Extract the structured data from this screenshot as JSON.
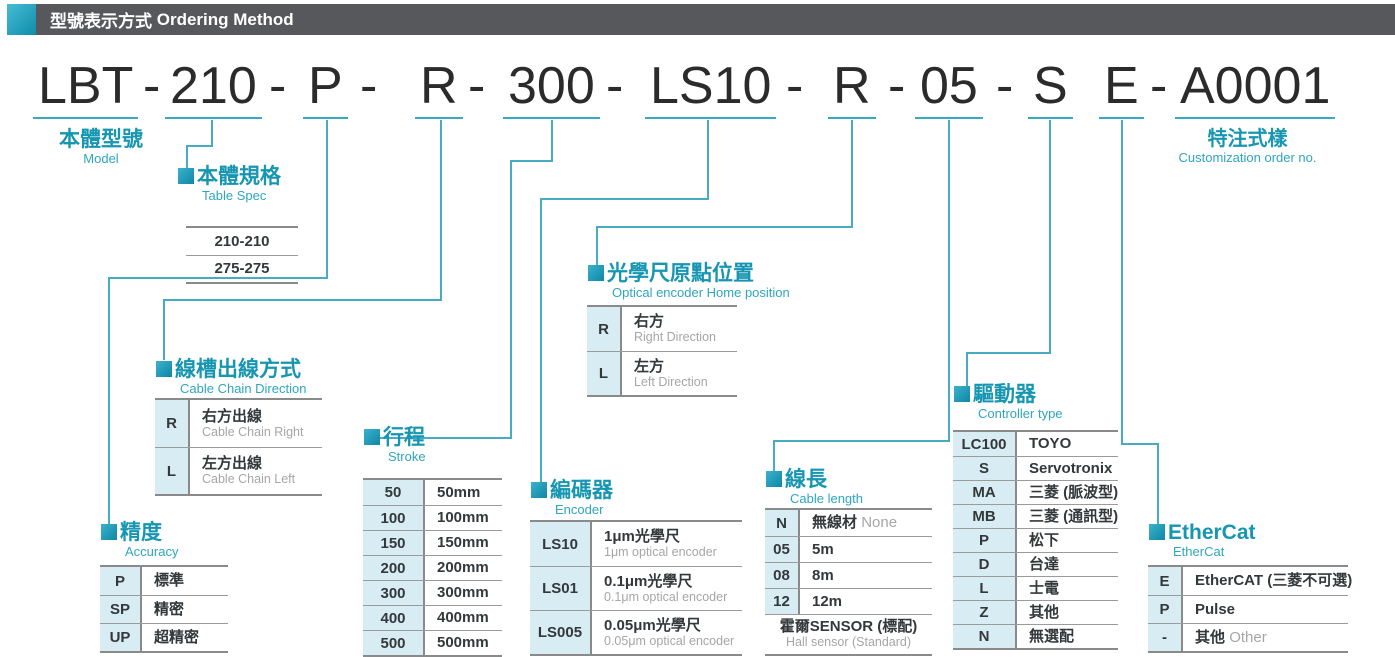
{
  "header": {
    "title_zh": "型號表示方式",
    "title_en": "Ordering Method"
  },
  "model_line": {
    "separator": "-",
    "segments": [
      "LBT",
      "210",
      "P",
      "R",
      "300",
      "LS10",
      "R",
      "05",
      "S",
      "E",
      "A0001"
    ]
  },
  "colors": {
    "teal_accent": "#1796b2",
    "teal_line": "#46abc3",
    "header_bg": "#57585c",
    "code_cell_bg": "#d8ecf4",
    "text_dark": "#33383b",
    "text_gray": "#a6a6a6"
  },
  "sections": {
    "model": {
      "title_zh": "本體型號",
      "title_en": "Model"
    },
    "customization": {
      "title_zh": "特注式樣",
      "title_en": "Customization order no."
    },
    "table_spec": {
      "title_zh": "本體規格",
      "title_en": "Table Spec",
      "rows": [
        {
          "value": "210-210"
        },
        {
          "value": "275-275"
        }
      ]
    },
    "accuracy": {
      "title_zh": "精度",
      "title_en": "Accuracy",
      "rows": [
        {
          "code": "P",
          "value": "標準"
        },
        {
          "code": "SP",
          "value": "精密"
        },
        {
          "code": "UP",
          "value": "超精密"
        }
      ]
    },
    "cable_chain": {
      "title_zh": "線槽出線方式",
      "title_en": "Cable Chain Direction",
      "rows": [
        {
          "code": "R",
          "value": "右方出線",
          "value_en": "Cable Chain Right"
        },
        {
          "code": "L",
          "value": "左方出線",
          "value_en": "Cable Chain Left"
        }
      ]
    },
    "stroke": {
      "title_zh": "行程",
      "title_en": "Stroke",
      "rows": [
        {
          "code": "50",
          "value": "50mm"
        },
        {
          "code": "100",
          "value": "100mm"
        },
        {
          "code": "150",
          "value": "150mm"
        },
        {
          "code": "200",
          "value": "200mm"
        },
        {
          "code": "300",
          "value": "300mm"
        },
        {
          "code": "400",
          "value": "400mm"
        },
        {
          "code": "500",
          "value": "500mm"
        }
      ]
    },
    "encoder": {
      "title_zh": "編碼器",
      "title_en": "Encoder",
      "rows": [
        {
          "code": "LS10",
          "value": "1μm光學尺",
          "value_en": "1μm optical encoder"
        },
        {
          "code": "LS01",
          "value": "0.1μm光學尺",
          "value_en": "0.1μm optical encoder"
        },
        {
          "code": "LS005",
          "value": "0.05μm光學尺",
          "value_en": "0.05μm optical encoder"
        }
      ]
    },
    "home_position": {
      "title_zh": "光學尺原點位置",
      "title_en": "Optical encoder Home position",
      "rows": [
        {
          "code": "R",
          "value": "右方",
          "value_en": "Right Direction"
        },
        {
          "code": "L",
          "value": "左方",
          "value_en": "Left Direction"
        }
      ]
    },
    "cable_length": {
      "title_zh": "線長",
      "title_en": "Cable length",
      "rows": [
        {
          "code": "N",
          "value": "無線材",
          "value_note": "None"
        },
        {
          "code": "05",
          "value": "5m"
        },
        {
          "code": "08",
          "value": "8m"
        },
        {
          "code": "12",
          "value": "12m"
        }
      ],
      "footer_zh": "霍爾SENSOR (標配)",
      "footer_en": "Hall sensor (Standard)"
    },
    "controller": {
      "title_zh": "驅動器",
      "title_en": "Controller type",
      "rows": [
        {
          "code": "LC100",
          "value": "TOYO"
        },
        {
          "code": "S",
          "value": "Servotronix"
        },
        {
          "code": "MA",
          "value": "三菱 (脈波型)"
        },
        {
          "code": "MB",
          "value": "三菱 (通訊型)"
        },
        {
          "code": "P",
          "value": "松下"
        },
        {
          "code": "D",
          "value": "台達"
        },
        {
          "code": "L",
          "value": "士電"
        },
        {
          "code": "Z",
          "value": "其他"
        },
        {
          "code": "N",
          "value": "無選配"
        }
      ]
    },
    "ethercat": {
      "title_zh": "EtherCat",
      "title_en": "EtherCat",
      "rows": [
        {
          "code": "E",
          "value": "EtherCAT (三菱不可選)"
        },
        {
          "code": "P",
          "value": "Pulse"
        },
        {
          "code": "-",
          "value": "其他",
          "value_note": "Other"
        }
      ]
    }
  }
}
